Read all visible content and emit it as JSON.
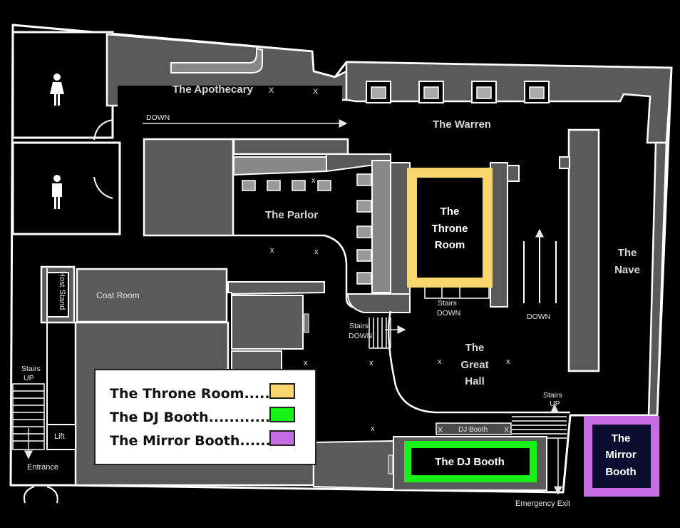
{
  "colors": {
    "background": "#000000",
    "throne_room": "#f9d56e",
    "dj_booth": "#18f018",
    "mirror_booth": "#c66de4",
    "room_fill": "#595959",
    "room_stroke": "#ffffff"
  },
  "rooms": {
    "apothecary": "The Apothecary",
    "warren": "The Warren",
    "parlor": "The Parlor",
    "nave_1": "The",
    "nave_2": "Nave",
    "great_hall_1": "The",
    "great_hall_2": "Great",
    "great_hall_3": "Hall",
    "coat_room": "Coat Room",
    "host_stand": "Host Stand",
    "lift": "Lift",
    "entrance": "Entrance",
    "emergency_exit": "Emergency Exit",
    "dj_booth_small": "DJ Booth"
  },
  "labels": {
    "down_top": "DOWN",
    "down_right": "DOWN",
    "stairs_down_1a": "Stairs",
    "stairs_down_1b": "DOWN",
    "stairs_down_2a": "Stairs",
    "stairs_down_2b": "DOWN",
    "stairs_up_left_a": "Stairs",
    "stairs_up_left_b": "UP",
    "stairs_up_right_a": "Stairs",
    "stairs_up_right_b": "UP",
    "x_mark": "x",
    "x_mark_upper": "X"
  },
  "highlights": {
    "throne_1": "The",
    "throne_2": "Throne",
    "throne_3": "Room",
    "dj_booth": "The DJ Booth",
    "mirror_1": "The",
    "mirror_2": "Mirror",
    "mirror_3": "Booth"
  },
  "legend": {
    "items": [
      {
        "label": "The Throne Room.....",
        "color": "#f9d56e"
      },
      {
        "label": "The DJ Booth.............",
        "color": "#18f018"
      },
      {
        "label": "The Mirror Booth......",
        "color": "#c66de4"
      }
    ]
  }
}
